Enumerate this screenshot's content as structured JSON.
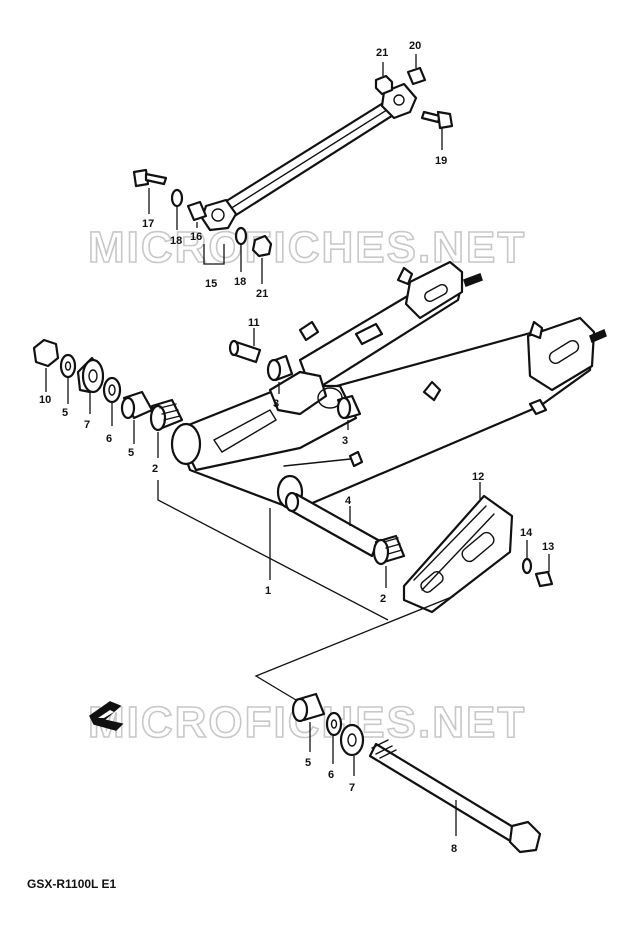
{
  "diagram": {
    "model_label": "GSX-R1100L E1",
    "watermarks": [
      "MICROFICHES.NET",
      "MICROFICHES.NET"
    ],
    "callouts": {
      "c1": "1",
      "c2a": "2",
      "c2b": "2",
      "c3a": "3",
      "c3b": "3",
      "c4": "4",
      "c5a": "5",
      "c5b": "5",
      "c5c": "5",
      "c6a": "6",
      "c6b": "6",
      "c7a": "7",
      "c7b": "7",
      "c8": "8",
      "c10": "10",
      "c11": "11",
      "c12": "12",
      "c13": "13",
      "c14": "14",
      "c15": "15",
      "c16": "16",
      "c17": "17",
      "c18a": "18",
      "c18b": "18",
      "c19": "19",
      "c20": "20",
      "c21a": "21",
      "c21b": "21"
    },
    "icons": {
      "direction": "front-arrow-icon"
    }
  }
}
